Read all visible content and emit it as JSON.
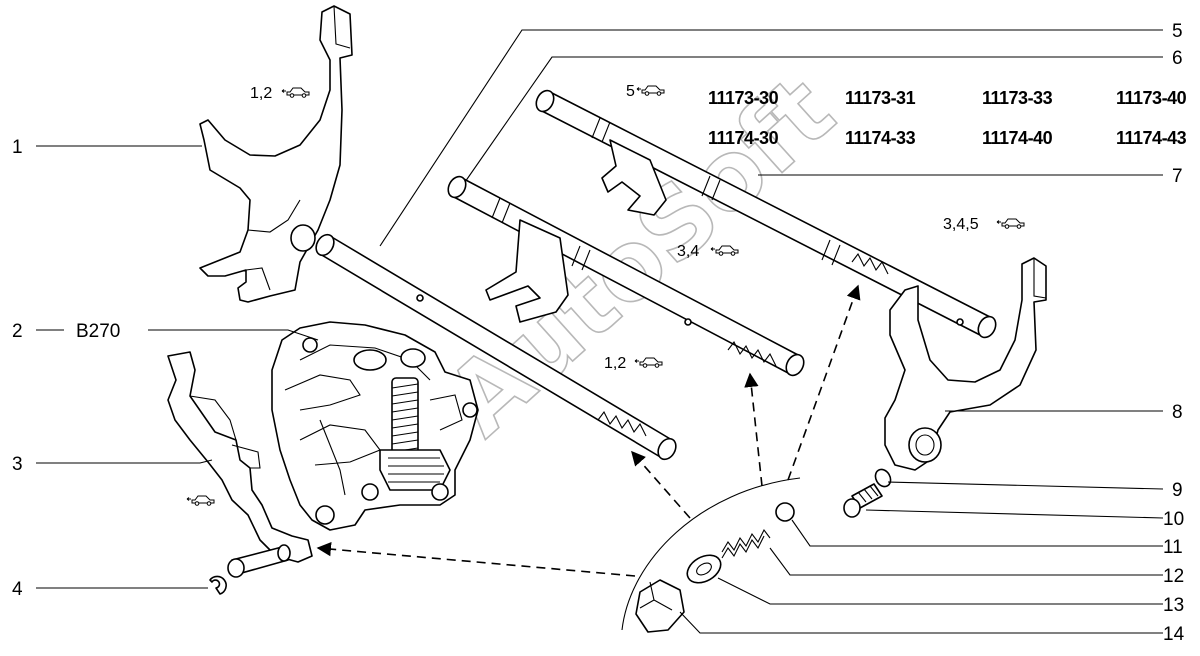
{
  "callouts": [
    "1",
    "2",
    "3",
    "4",
    "5",
    "6",
    "7",
    "8",
    "9",
    "10",
    "11",
    "12",
    "13",
    "14"
  ],
  "part_code_b270": "B270",
  "model_codes": [
    "11173-30",
    "11173-31",
    "11173-33",
    "11173-40",
    "11174-30",
    "11174-33",
    "11174-40",
    "11174-43"
  ],
  "applicability_notes": {
    "fork_1_2": "1,2",
    "rods_5": "5",
    "fork_3_4_5": "3,4,5",
    "rod_3_4": "3,4",
    "rod_1_2": "1,2"
  },
  "icons": {
    "car": "car-icon"
  },
  "watermark": "AutoSoft"
}
